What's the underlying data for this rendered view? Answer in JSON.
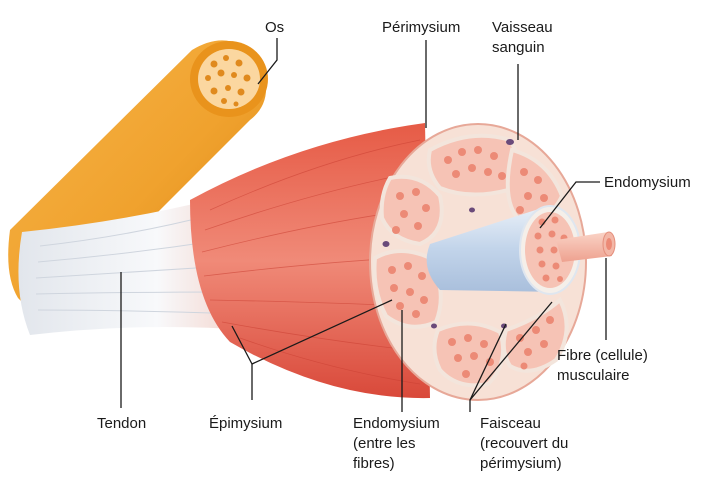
{
  "labels": {
    "os": "Os",
    "perimysium": "Périmysium",
    "vaisseau_line1": "Vaisseau",
    "vaisseau_line2": "sanguin",
    "endomysium_top": "Endomysium",
    "fibre_line1": "Fibre (cellule)",
    "fibre_line2": "musculaire",
    "tendon": "Tendon",
    "epimysium": "Épimysium",
    "endomysium_line1": "Endomysium",
    "endomysium_line2": "(entre les",
    "endomysium_line3": "fibres)",
    "faisceau_line1": "Faisceau",
    "faisceau_line2": "(recouvert du",
    "faisceau_line3": "périmysium)"
  },
  "colors": {
    "bone_outer": "#f0a22e",
    "bone_inner": "#fbd7a0",
    "muscle": "#e0533f",
    "muscle_light": "#f08f7f",
    "tendon": "#eef0f4",
    "fascicle_fill": "#f6c3b5",
    "fiber_dot": "#ec8a76",
    "perimysium": "#fbeee6",
    "fibre_cylinder": "#c7d7ea",
    "vessel": "#6a4a7a"
  }
}
